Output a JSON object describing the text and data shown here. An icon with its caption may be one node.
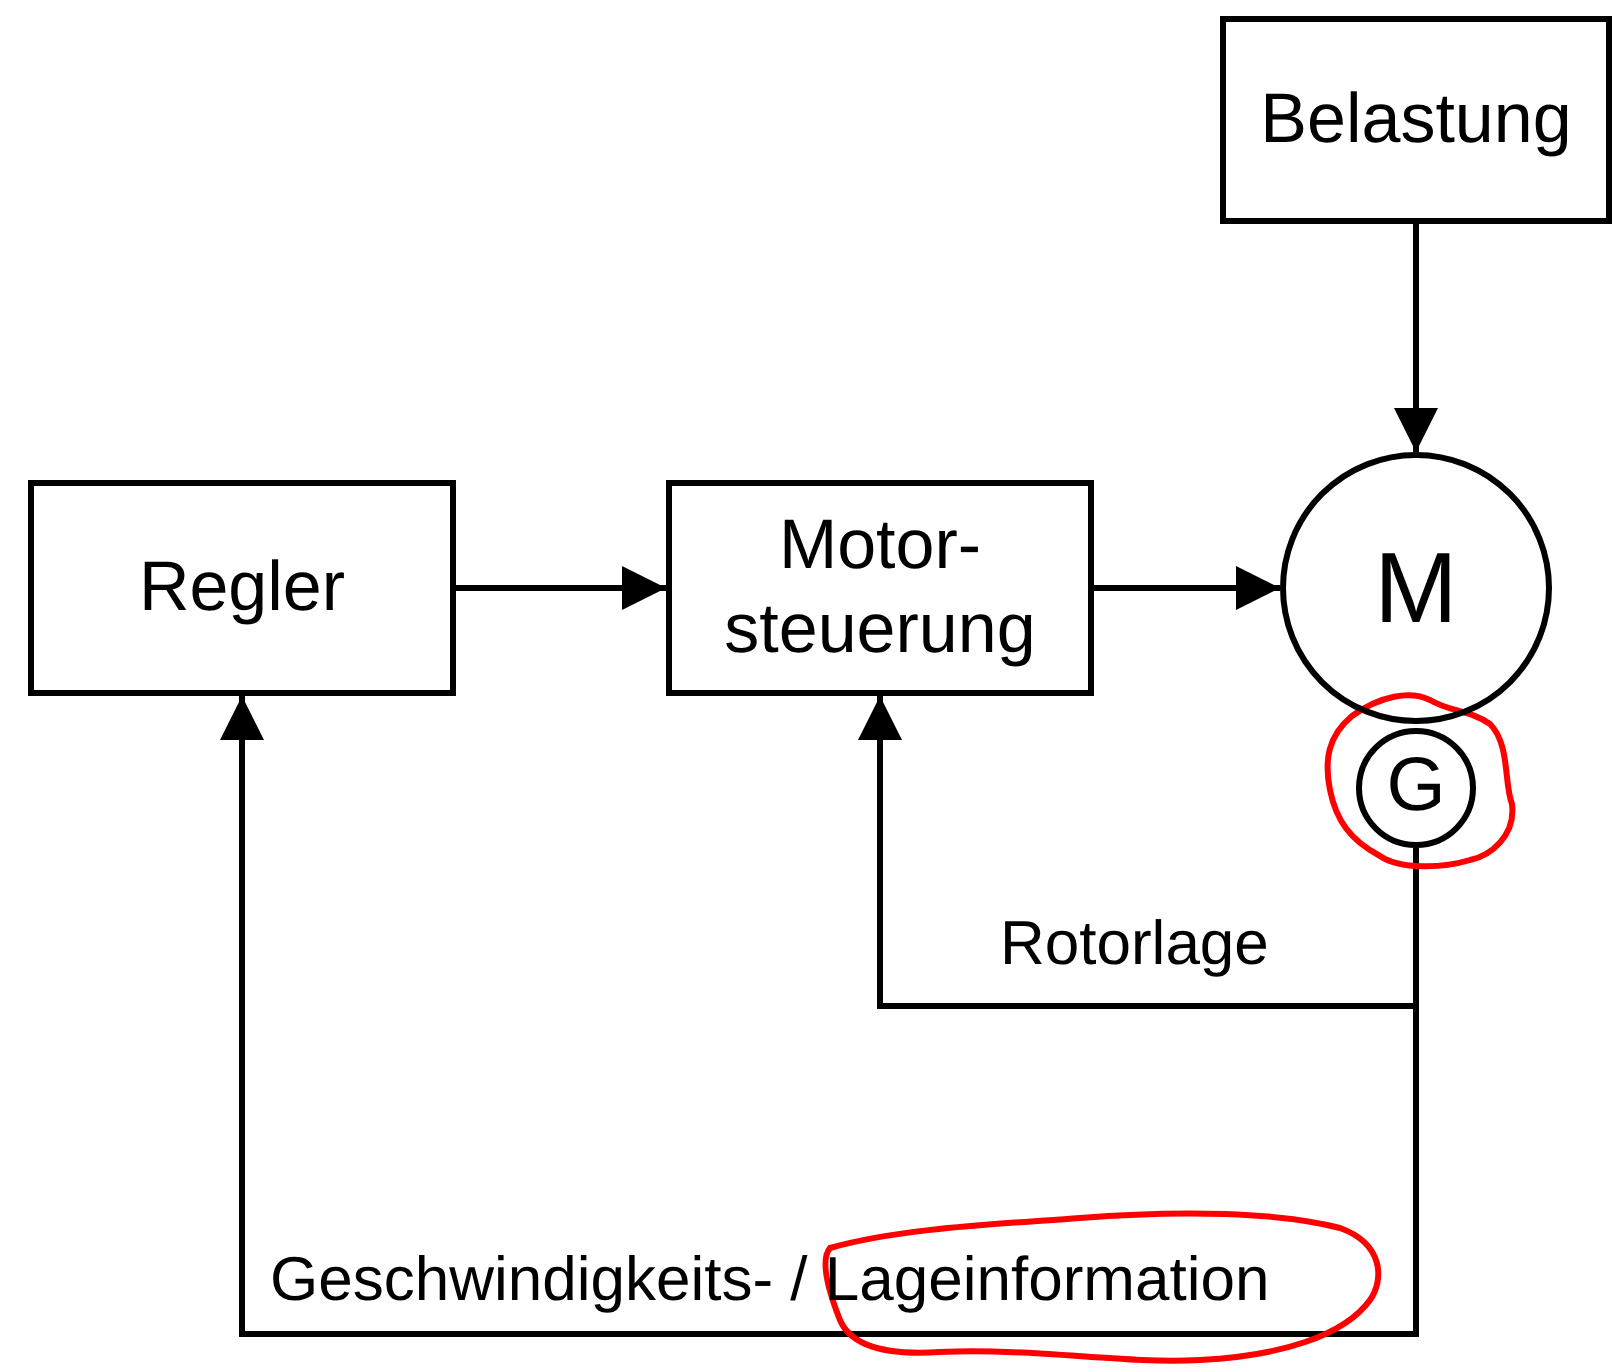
{
  "diagram": {
    "nodes": [
      {
        "text": [
          "Belastung"
        ]
      },
      {
        "text": [
          "Regler"
        ]
      },
      {
        "text": [
          "Motor- steuerung"
        ]
      },
      {
        "text": [
          "M"
        ]
      },
      {
        "text": [
          "G"
        ]
      }
    ],
    "edges": [
      {
        "from": 0,
        "to": 3,
        "arrow": "to"
      },
      {
        "from": 1,
        "to": 2,
        "arrow": "to"
      },
      {
        "from": 2,
        "to": 3,
        "arrow": "to"
      },
      {
        "from": 4,
        "to": 2,
        "arrow": "to",
        "label": "Rotorlage"
      },
      {
        "from": 4,
        "to": 1,
        "arrow": "to",
        "label": "Geschwindigkeits- / Lageinformation"
      }
    ]
  }
}
